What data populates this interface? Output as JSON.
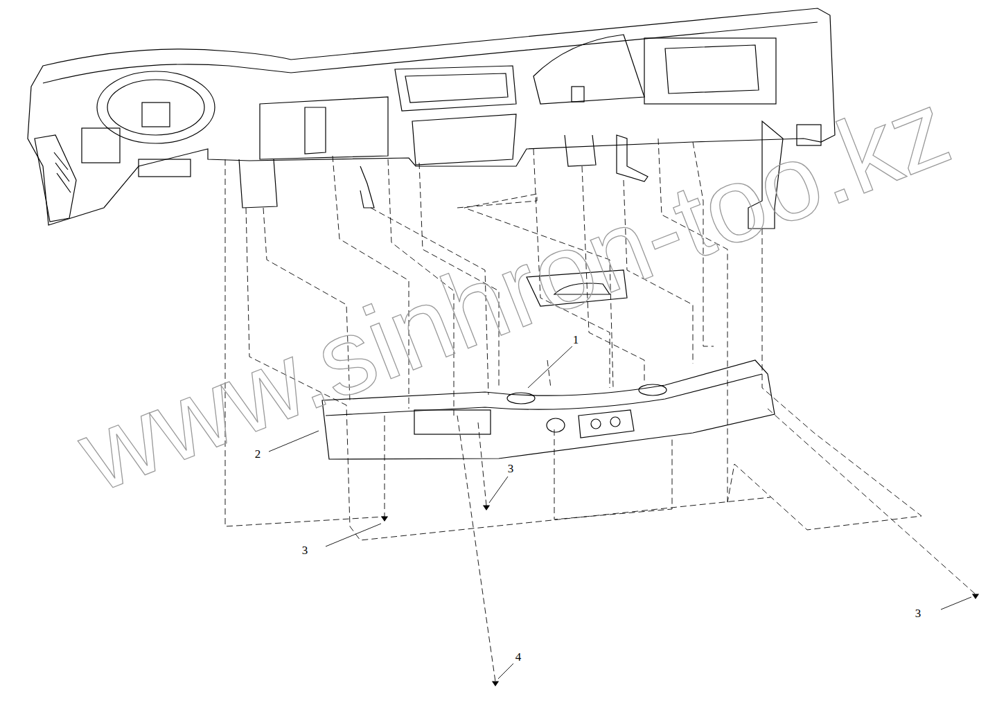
{
  "diagram": {
    "labels": [
      "www.sinhron-too.kz",
      "1",
      "2",
      "3",
      "3",
      "3",
      "4"
    ]
  }
}
